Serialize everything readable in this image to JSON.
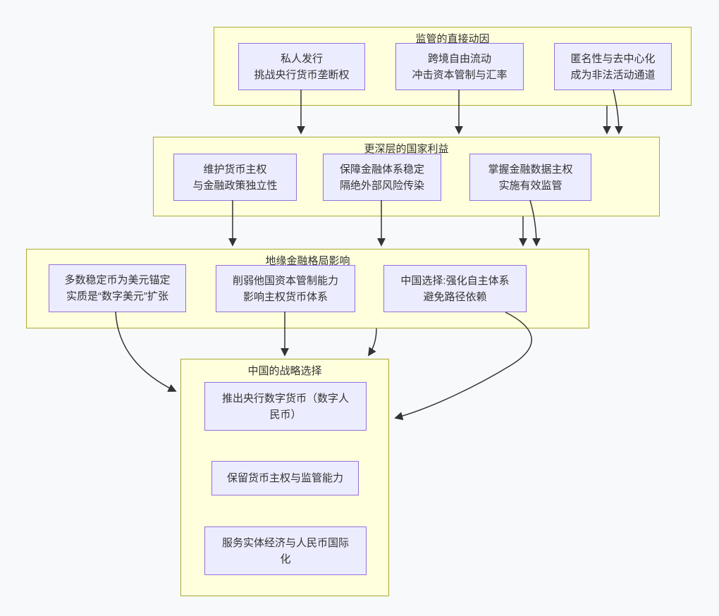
{
  "diagram": {
    "colors": {
      "page_bg": "#f8f9fb",
      "cluster_fill": "#ffffde",
      "cluster_border": "#aaaa33",
      "node_fill": "#ececff",
      "node_border": "#9370db",
      "edge": "#333333",
      "text": "#333333"
    },
    "clusters": [
      {
        "title": "监管的直接动因",
        "nodes": [
          {
            "label": "私人发行\n挑战央行货币垄断权"
          },
          {
            "label": "跨境自由流动\n冲击资本管制与汇率"
          },
          {
            "label": "匿名性与去中心化\n成为非法活动通道"
          }
        ]
      },
      {
        "title": "更深层的国家利益",
        "nodes": [
          {
            "label": "维护货币主权\n与金融政策独立性"
          },
          {
            "label": "保障金融体系稳定\n隔绝外部风险传染"
          },
          {
            "label": "掌握金融数据主权\n实施有效监管"
          }
        ]
      },
      {
        "title": "地缘金融格局影响",
        "nodes": [
          {
            "label": "多数稳定币为美元锚定\n实质是“数字美元”扩张"
          },
          {
            "label": "削弱他国资本管制能力\n影响主权货币体系"
          },
          {
            "label": "中国选择:强化自主体系\n避免路径依赖"
          }
        ]
      },
      {
        "title": "中国的战略选择",
        "nodes": [
          {
            "label": "推出央行数字货币（数字人\n民币）"
          },
          {
            "label": "保留货币主权与监管能力"
          },
          {
            "label": "服务实体经济与人民币国际\n化"
          }
        ]
      }
    ]
  }
}
